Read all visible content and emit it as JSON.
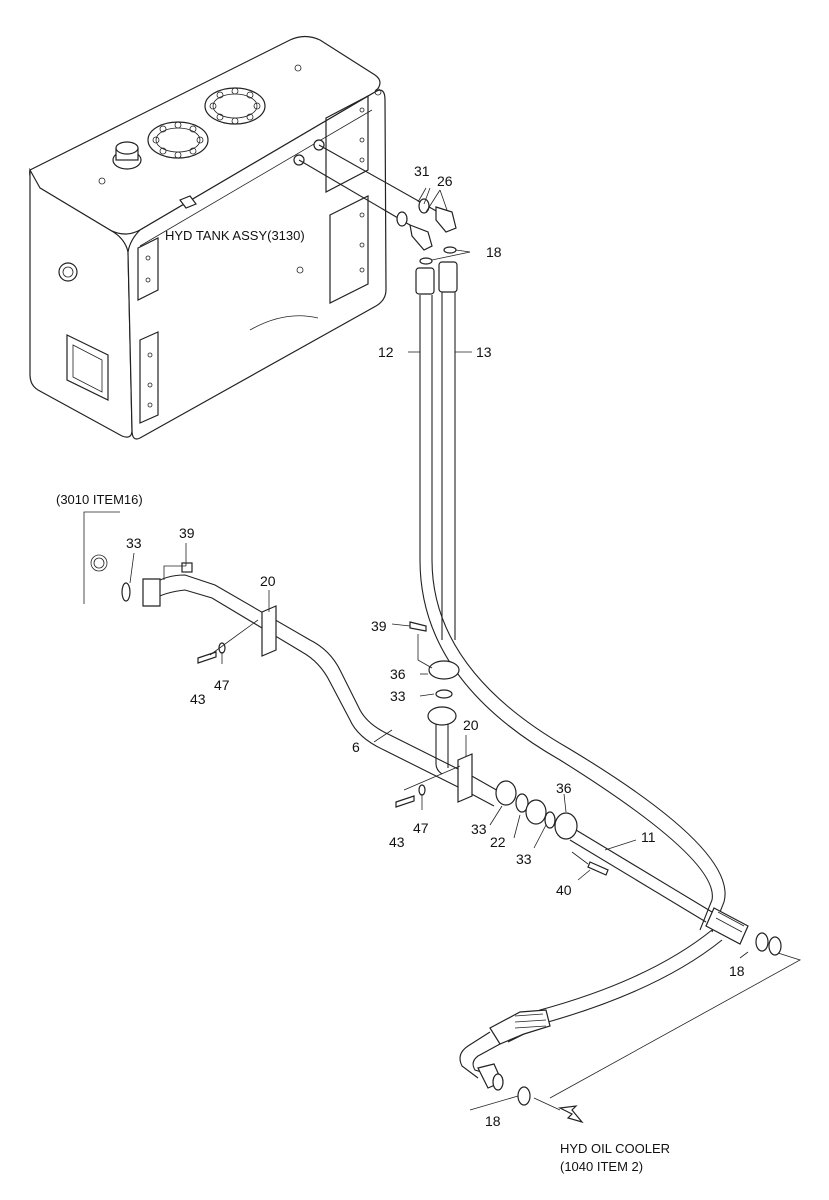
{
  "labels": {
    "tank": "HYD TANK ASSY(3130)",
    "ref_3010": "(3010 ITEM16)",
    "cooler_line1": "HYD OIL COOLER",
    "cooler_line2": "(1040 ITEM 2)"
  },
  "callouts": {
    "c31": "31",
    "c26": "26",
    "c18_top": "18",
    "c12": "12",
    "c13": "13",
    "c33_a": "33",
    "c39_a": "39",
    "c20_a": "20",
    "c43_a": "43",
    "c47_a": "47",
    "c39_b": "39",
    "c36_a": "36",
    "c33_b": "33",
    "c20_b": "20",
    "c6": "6",
    "c43_b": "43",
    "c47_b": "47",
    "c33_c": "33",
    "c22": "22",
    "c33_d": "33",
    "c36_b": "36",
    "c11": "11",
    "c40": "40",
    "c18_right": "18",
    "c18_bottom": "18"
  }
}
